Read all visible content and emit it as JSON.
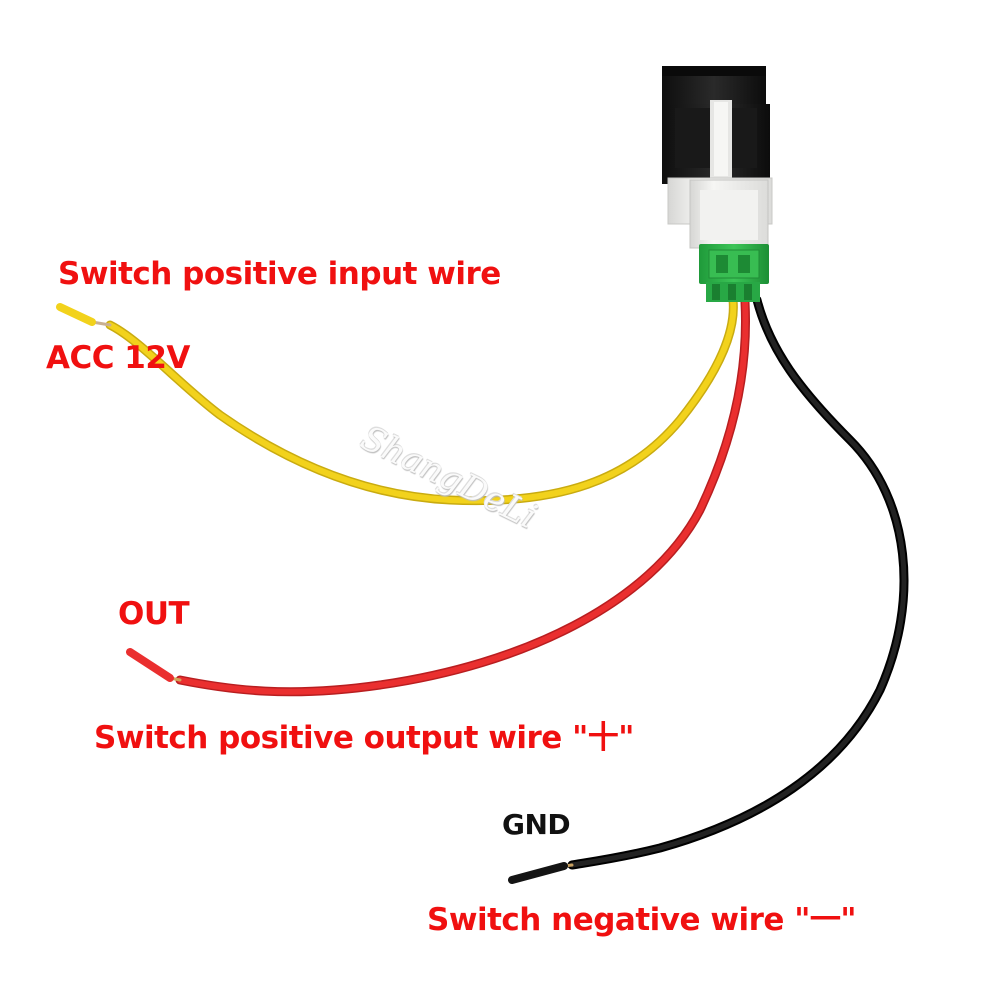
{
  "labels": {
    "input_wire": "Switch positive input wire",
    "acc": "ACC 12V",
    "out": "OUT",
    "output_wire": "Switch positive output wire \"十\"",
    "gnd": "GND",
    "negative_wire": "Switch negative wire \"一\""
  },
  "watermark": "ShangDeLi",
  "colors": {
    "label_red": "#f01010",
    "label_black": "#111111",
    "yellow_wire": "#f2d21c",
    "red_wire": "#e8282a",
    "black_wire": "#141414",
    "connector_green": "#2fb34a",
    "switch_body": "#1a1a1a",
    "housing": "#ececea"
  },
  "objects": [
    "toggle-switch",
    "green-connector",
    "yellow-wire",
    "red-wire",
    "black-wire"
  ]
}
